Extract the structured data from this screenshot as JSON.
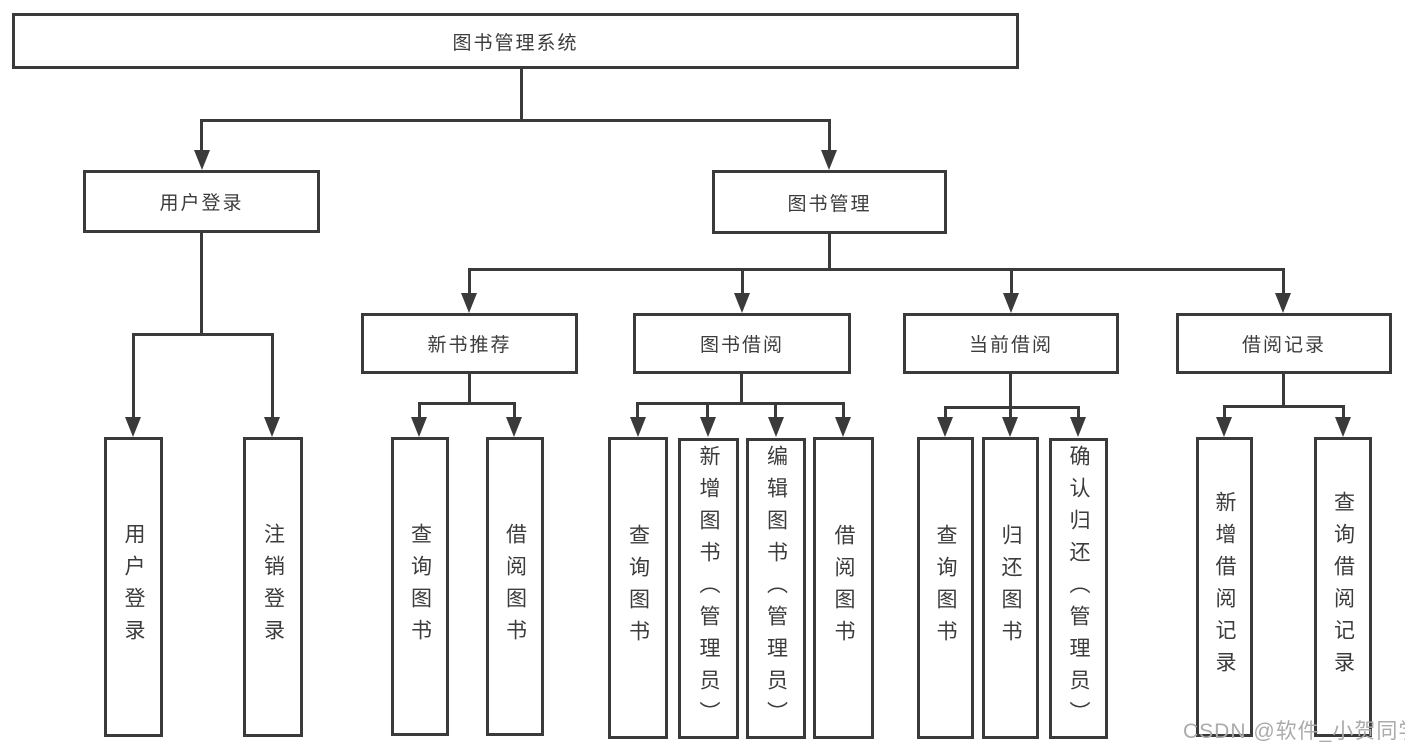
{
  "diagram": {
    "title": "图书管理系统",
    "branches": {
      "login": {
        "label": "用户登录",
        "children": [
          "用户登录",
          "注销登录"
        ]
      },
      "management": {
        "label": "图书管理",
        "sections": [
          {
            "label": "新书推荐",
            "children": [
              "查询图书",
              "借阅图书"
            ]
          },
          {
            "label": "图书借阅",
            "children": [
              "查询图书",
              "新增图书（管理员）",
              "编辑图书（管理员）",
              "借阅图书"
            ]
          },
          {
            "label": "当前借阅",
            "children": [
              "查询图书",
              "归还图书",
              "确认归还（管理员）"
            ]
          },
          {
            "label": "借阅记录",
            "children": [
              "新增借阅记录",
              "查询借阅记录"
            ]
          }
        ]
      }
    },
    "watermark": "CSDN @软件_小贺同学",
    "colors": {
      "line": "#3a3a3a",
      "text": "#3c3c3c",
      "watermark": "#ababab",
      "background": "#ffffff"
    }
  }
}
